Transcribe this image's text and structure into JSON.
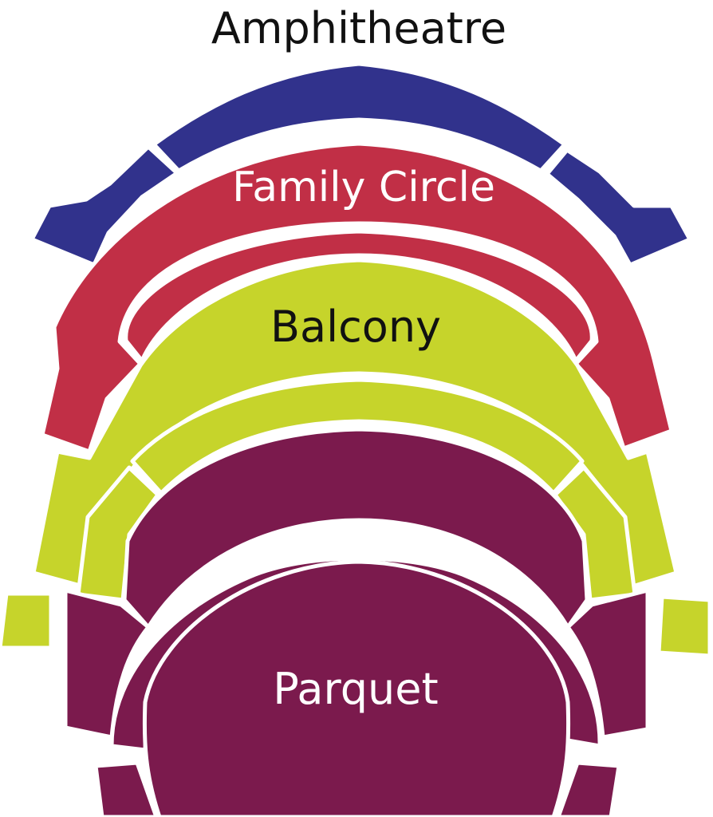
{
  "sections": {
    "amphitheatre": {
      "label": "Amphitheatre",
      "color": "#31328c",
      "label_color": "#111111"
    },
    "family_circle": {
      "label": "Family Circle",
      "color": "#c12f46",
      "label_color": "#ffffff"
    },
    "balcony": {
      "label": "Balcony",
      "color": "#c6d42b",
      "label_color": "#111111"
    },
    "parquet": {
      "label": "Parquet",
      "color": "#7b1a4d",
      "label_color": "#ffffff"
    }
  }
}
